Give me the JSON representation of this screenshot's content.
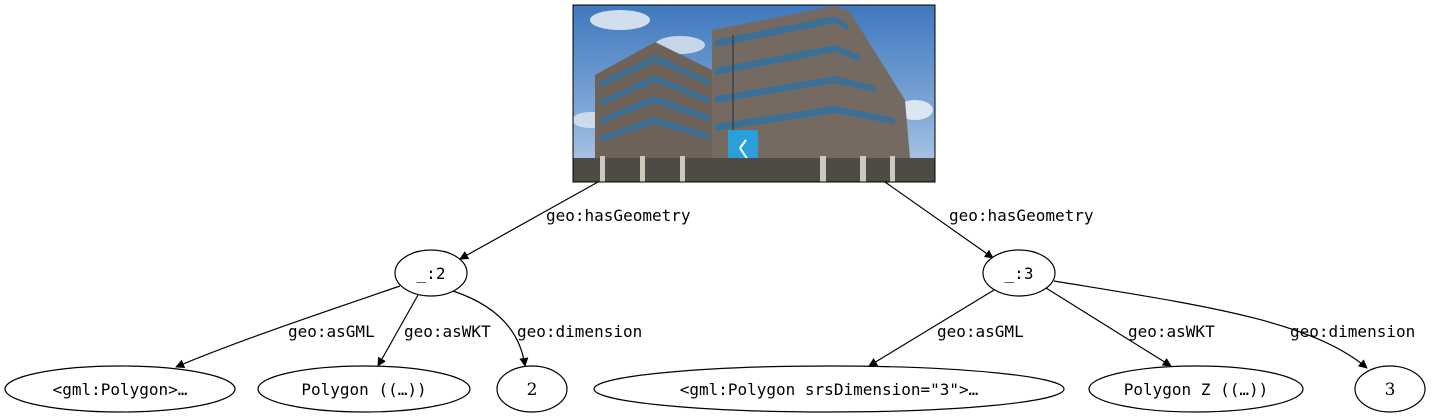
{
  "root": {
    "image": "building-photo"
  },
  "nodes": {
    "bnode2": "_:2",
    "bnode3": "_:3",
    "gml1": "<gml:Polygon>…",
    "wkt1": "Polygon ((…))",
    "dim1": "2",
    "gml2": "<gml:Polygon srsDimension=\"3\">…",
    "wkt2": "Polygon Z ((…))",
    "dim2": "3"
  },
  "edges": {
    "has_geometry_left": "geo:hasGeometry",
    "has_geometry_right": "geo:hasGeometry",
    "as_gml_left": "geo:asGML",
    "as_wkt_left": "geo:asWKT",
    "dimension_left": "geo:dimension",
    "as_gml_right": "geo:asGML",
    "as_wkt_right": "geo:asWKT",
    "dimension_right": "geo:dimension"
  },
  "colors": {
    "sky": "#5f8fc6",
    "concrete": "#6d625a",
    "window_band": "#3a6f96",
    "sign": "#2aa0d8"
  }
}
